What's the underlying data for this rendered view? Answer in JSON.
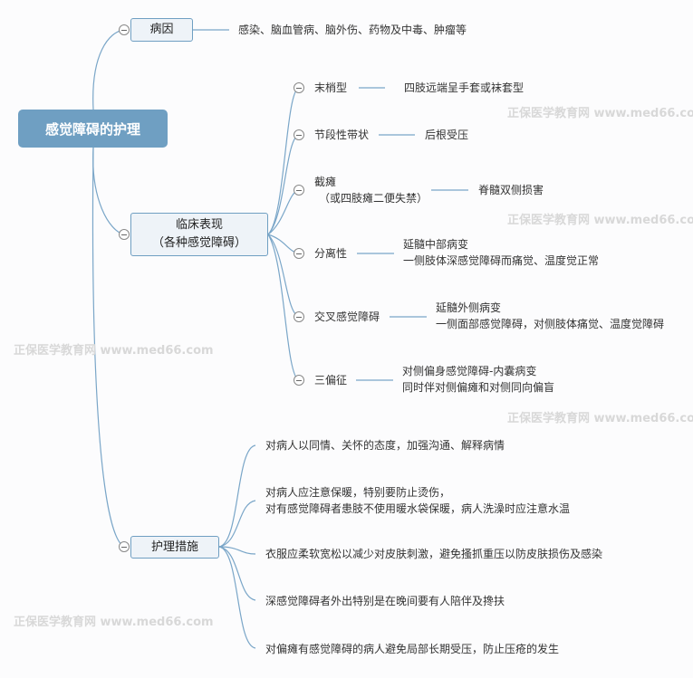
{
  "root": "感觉障碍的护理",
  "cause": {
    "label": "病因",
    "detail": "感染、脑血管病、脑外伤、药物及中毒、肿瘤等"
  },
  "clinical": {
    "label_line1": "临床表现",
    "label_line2": "（各种感觉障碍）",
    "items": [
      {
        "label": "末梢型",
        "detail": [
          "四肢远端呈手套或袜套型"
        ]
      },
      {
        "label": "节段性带状",
        "detail": [
          "后根受压"
        ]
      },
      {
        "label": "截瘫",
        "label2": "（或四肢瘫二便失禁）",
        "detail": [
          "脊髓双侧损害"
        ]
      },
      {
        "label": "分离性",
        "detail": [
          "延髓中部病变",
          "一侧肢体深感觉障碍而痛觉、温度觉正常"
        ]
      },
      {
        "label": "交叉感觉障碍",
        "detail": [
          "延髓外侧病变",
          "一侧面部感觉障碍，对侧肢体痛觉、温度觉障碍"
        ]
      },
      {
        "label": "三偏征",
        "detail": [
          "对侧偏身感觉障碍-内囊病变",
          "同时伴对侧偏瘫和对侧同向偏盲"
        ]
      }
    ]
  },
  "nursing": {
    "label": "护理措施",
    "items": [
      [
        "对病人以同情、关怀的态度，加强沟通、解释病情"
      ],
      [
        "对病人应注意保暖，特别要防止烫伤，",
        "对有感觉障碍者患肢不使用暖水袋保暖，病人洗澡时应注意水温"
      ],
      [
        "衣服应柔软宽松以减少对皮肤刺激，避免搔抓重压以防皮肤损伤及感染"
      ],
      [
        "深感觉障碍者外出特别是在晚间要有人陪伴及搀扶"
      ],
      [
        "对偏瘫有感觉障碍的病人避免局部长期受压，防止压疮的发生"
      ]
    ]
  },
  "watermark": "正保医学教育网 www.med66.com",
  "colors": {
    "accent": "#6f9fc2",
    "node_bg": "#eef3f8"
  }
}
